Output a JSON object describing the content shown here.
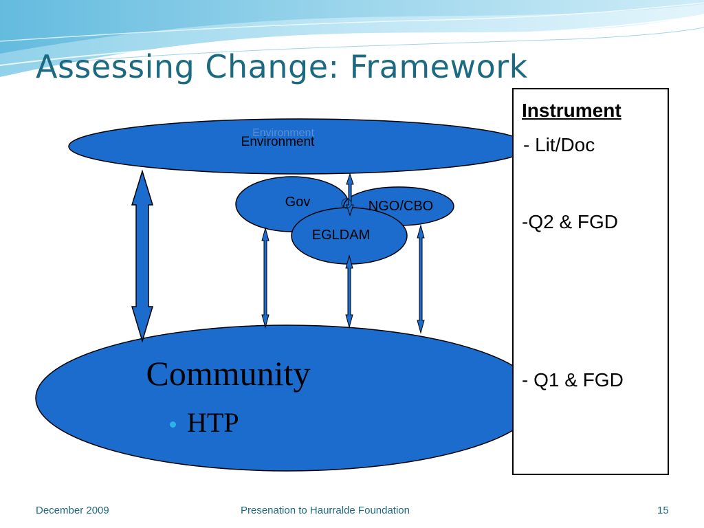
{
  "slide": {
    "title": "Assessing Change: Framework"
  },
  "diagram": {
    "environment_label": "Environment",
    "gov_label": "Gov",
    "ngo_label": "NGO/CBO",
    "egldam_label": "EGLDAM",
    "community_label": "Community",
    "community_bullet": "HTP"
  },
  "instrument": {
    "heading": "Instrument",
    "items": [
      "- Lit/Doc",
      "-Q2 & FGD",
      "- Q1 & FGD"
    ]
  },
  "footer": {
    "date": "December 2009",
    "center": "Presenation to Haurralde Foundation",
    "page": "15"
  },
  "colors": {
    "title": "#1c6a82",
    "ellipse_fill": "#1b6ccd",
    "ellipse_stroke": "#000000",
    "arrow_fill": "#1b6ccd",
    "bullet": "#29b4e8",
    "wave_light": "#bfe6f4",
    "wave_mid": "#7fcbe6"
  }
}
